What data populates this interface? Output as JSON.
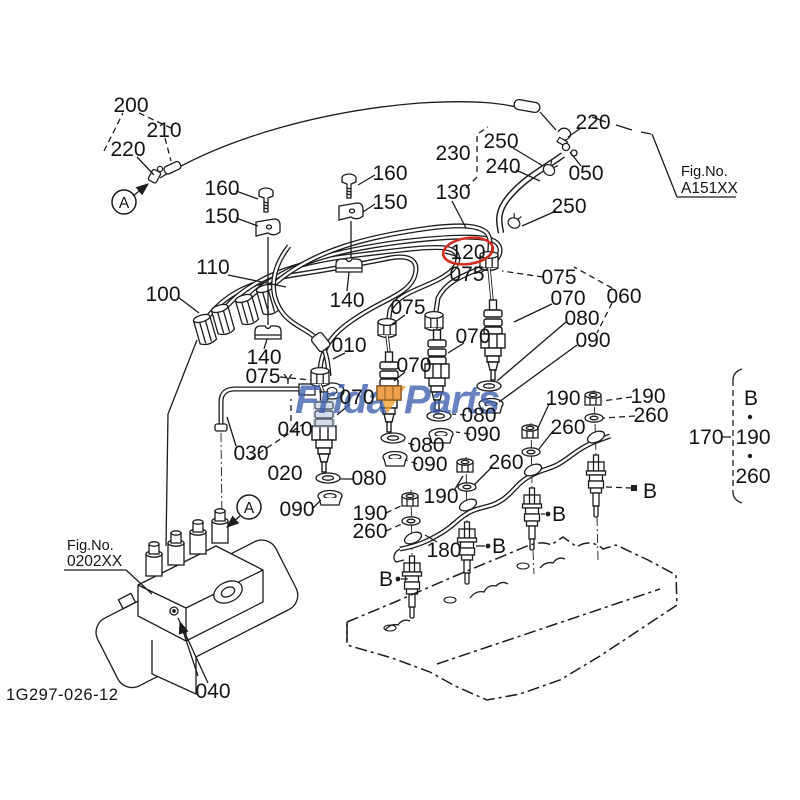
{
  "parts": {
    "010": "010",
    "020": "020",
    "030": "030",
    "040": "040",
    "050": "050",
    "060": "060",
    "070": "070",
    "075": "075",
    "080": "080",
    "090": "090",
    "100": "100",
    "110": "110",
    "120": "120",
    "130": "130",
    "140": "140",
    "150": "150",
    "160": "160",
    "170": "170",
    "180": "180",
    "190": "190",
    "200": "200",
    "210": "210",
    "220": "220",
    "230": "230",
    "240": "240",
    "250": "250",
    "260": "260"
  },
  "markers": {
    "view_a": "A",
    "view_b": "B",
    "view_y": "Y"
  },
  "figure_refs": {
    "a151": {
      "label": "Fig.No.",
      "code": "A151XX"
    },
    "p0202": {
      "label": "Fig.No.",
      "code": "0202XX"
    }
  },
  "drawing_code": "1G297-026-12",
  "watermark": {
    "brand": "FridayParts",
    "left": "Frida",
    "right": "Parts",
    "blue": "#3e5fae",
    "orange": "#f09e2d"
  },
  "highlight": {
    "circled_part": "120",
    "circle_color": "#d42b20",
    "orange_part_color": "#eda14f"
  }
}
